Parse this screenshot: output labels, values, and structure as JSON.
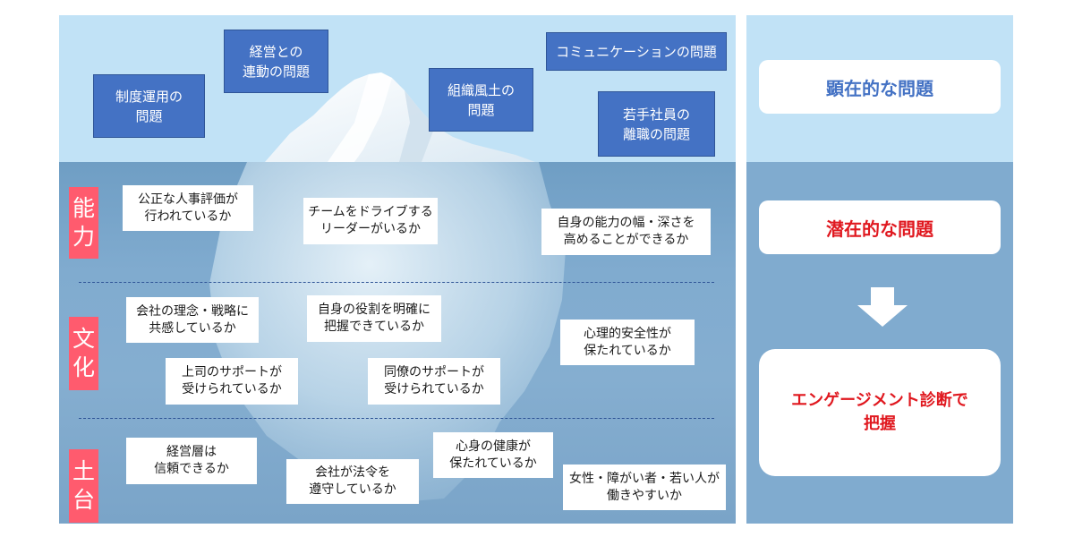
{
  "top_issues": [
    {
      "lines": [
        "制度運用の",
        "問題"
      ]
    },
    {
      "lines": [
        "経営との",
        "連動の問題"
      ]
    },
    {
      "lines": [
        "組織風土の",
        "問題"
      ]
    },
    {
      "lines": [
        "コミュニケーションの問題"
      ]
    },
    {
      "lines": [
        "若手社員の",
        "離職の問題"
      ]
    }
  ],
  "categories": [
    {
      "chars": [
        "能",
        "力"
      ]
    },
    {
      "chars": [
        "文",
        "化"
      ]
    },
    {
      "chars": [
        "土",
        "台"
      ]
    }
  ],
  "hidden_issues": {
    "ability": [
      {
        "lines": [
          "公正な人事評価が",
          "行われているか"
        ]
      },
      {
        "lines": [
          "チームをドライブする",
          "リーダーがいるか"
        ]
      },
      {
        "lines": [
          "自身の能力の幅・深さを",
          "高めることができるか"
        ]
      }
    ],
    "culture": [
      {
        "lines": [
          "会社の理念・戦略に",
          "共感しているか"
        ]
      },
      {
        "lines": [
          "自身の役割を明確に",
          "把握できているか"
        ]
      },
      {
        "lines": [
          "心理的安全性が",
          "保たれているか"
        ]
      },
      {
        "lines": [
          "上司のサポートが",
          "受けられているか"
        ]
      },
      {
        "lines": [
          "同僚のサポートが",
          "受けられているか"
        ]
      }
    ],
    "foundation": [
      {
        "lines": [
          "経営層は",
          "信頼できるか"
        ]
      },
      {
        "lines": [
          "会社が法令を",
          "遵守しているか"
        ]
      },
      {
        "lines": [
          "心身の健康が",
          "保たれているか"
        ]
      },
      {
        "lines": [
          "女性・障がい者・若い人が",
          "働きやすいか"
        ]
      }
    ]
  },
  "right_panel": {
    "visible_label": "顕在的な問題",
    "latent_label": "潜在的な問題",
    "result_lines": [
      "エンゲージメント診断で",
      "把握"
    ]
  },
  "colors": {
    "sky": "#c1e2f6",
    "sea": "#80abcf",
    "issue_box": "#4472c4",
    "tag": "#ff5b6e",
    "visible_text": "#4472c4",
    "latent_text": "#e0181f",
    "result_text": "#e0181f"
  }
}
